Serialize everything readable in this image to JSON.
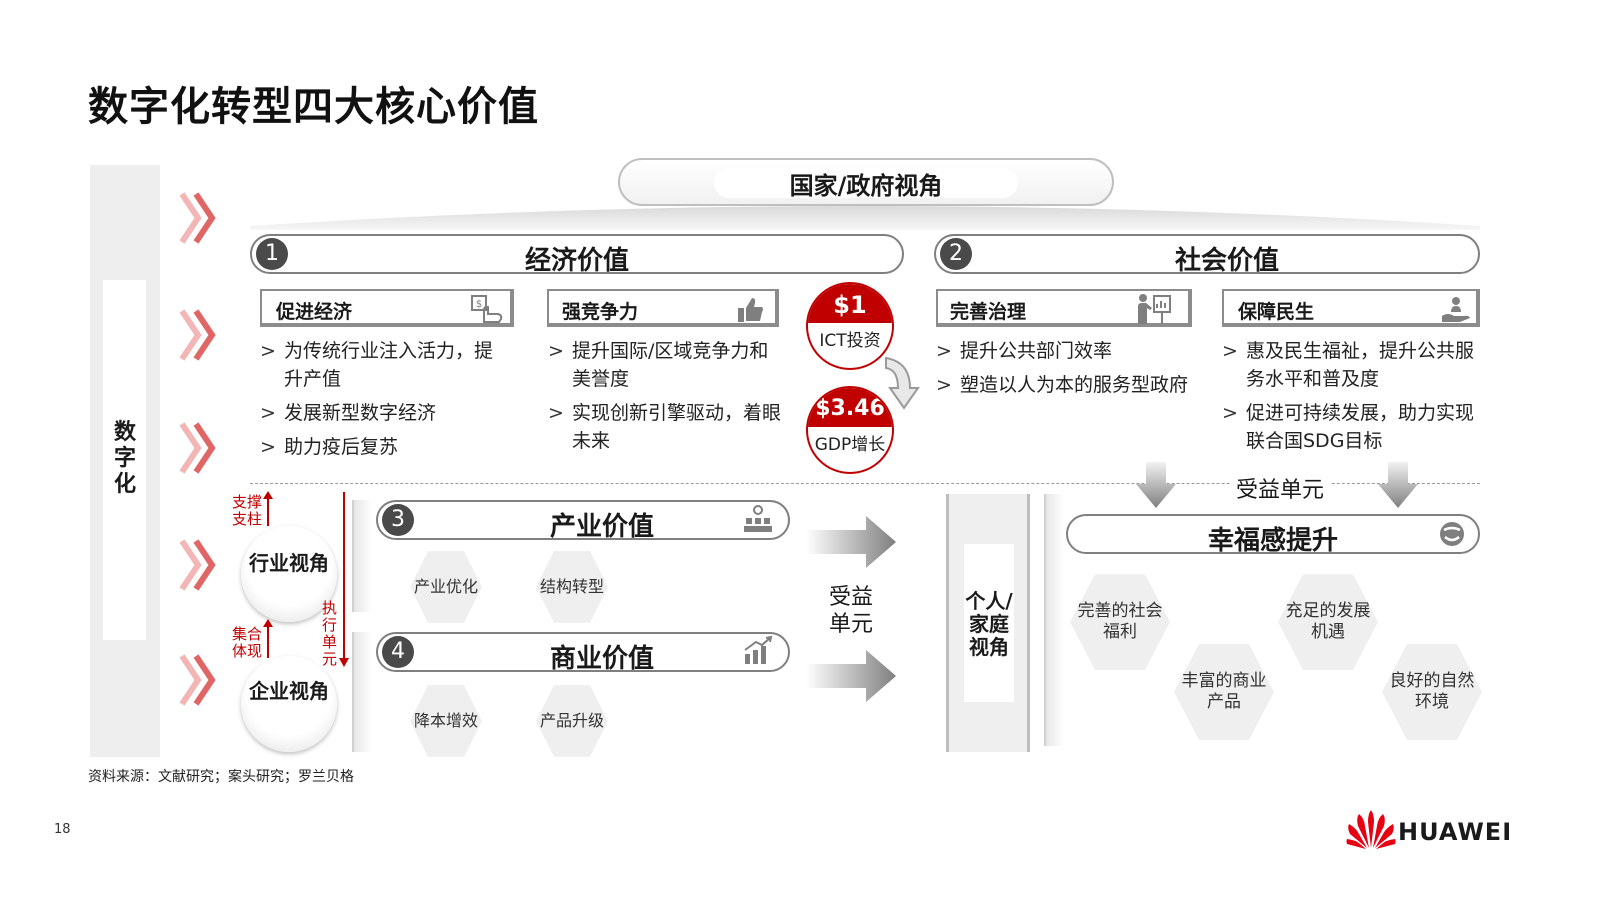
{
  "title": "数字化转型四大核心价值",
  "left_strip": {
    "label": "数字化"
  },
  "government": {
    "label": "国家/政府视角"
  },
  "economic": {
    "number": "1",
    "title": "经济价值",
    "col1": {
      "header": "促进经济",
      "icon": "hand-money-icon",
      "bullets": [
        "为传统行业注入活力，提升产值",
        "发展新型数字经济",
        "助力疫后复苏"
      ]
    },
    "col2": {
      "header": "强竞争力",
      "icon": "thumbs-up-icon",
      "bullets": [
        "提升国际/区域竞争力和美誉度",
        "实现创新引擎驱动，着眼未来"
      ]
    }
  },
  "badges": {
    "invest": {
      "value": "$1",
      "label": "ICT投资"
    },
    "gdp": {
      "value": "$3.46",
      "label": "GDP增长"
    }
  },
  "social": {
    "number": "2",
    "title": "社会价值",
    "col1": {
      "header": "完善治理",
      "icon": "presenter-icon",
      "bullets": [
        "提升公共部门效率",
        "塑造以人为本的服务型政府"
      ]
    },
    "col2": {
      "header": "保障民生",
      "icon": "care-hand-icon",
      "bullets": [
        "惠及民生福祉，提升公共服务水平和普及度",
        "促进可持续发展，助力实现联合国SDG目标"
      ]
    }
  },
  "benefit_unit": "受益单元",
  "industry": {
    "view": "行业视角",
    "support": "支撑支柱",
    "collect": "集合体现",
    "execute": "执行单元",
    "industry_value": {
      "number": "3",
      "title": "产业价值",
      "icon": "factory-icon",
      "hexes": [
        "产业优化",
        "结构转型"
      ]
    },
    "business_value": {
      "number": "4",
      "title": "商业价值",
      "icon": "growth-chart-icon",
      "hexes": [
        "降本增效",
        "产品升级"
      ]
    }
  },
  "enterprise": {
    "view": "企业视角"
  },
  "middle_benefit": "受益单元",
  "personal": {
    "view": "个人/家庭视角",
    "happiness": {
      "title": "幸福感提升",
      "icon": "smile-icon"
    },
    "hexes": [
      "完善的社会福利",
      "丰富的商业产品",
      "充足的发展机遇",
      "良好的自然环境"
    ]
  },
  "source": "资料来源：文献研究；案头研究；罗兰贝格",
  "page_number": "18",
  "brand": "HUAWEI",
  "colors": {
    "accent": "#c00000",
    "gray": "#7f7f7f"
  }
}
